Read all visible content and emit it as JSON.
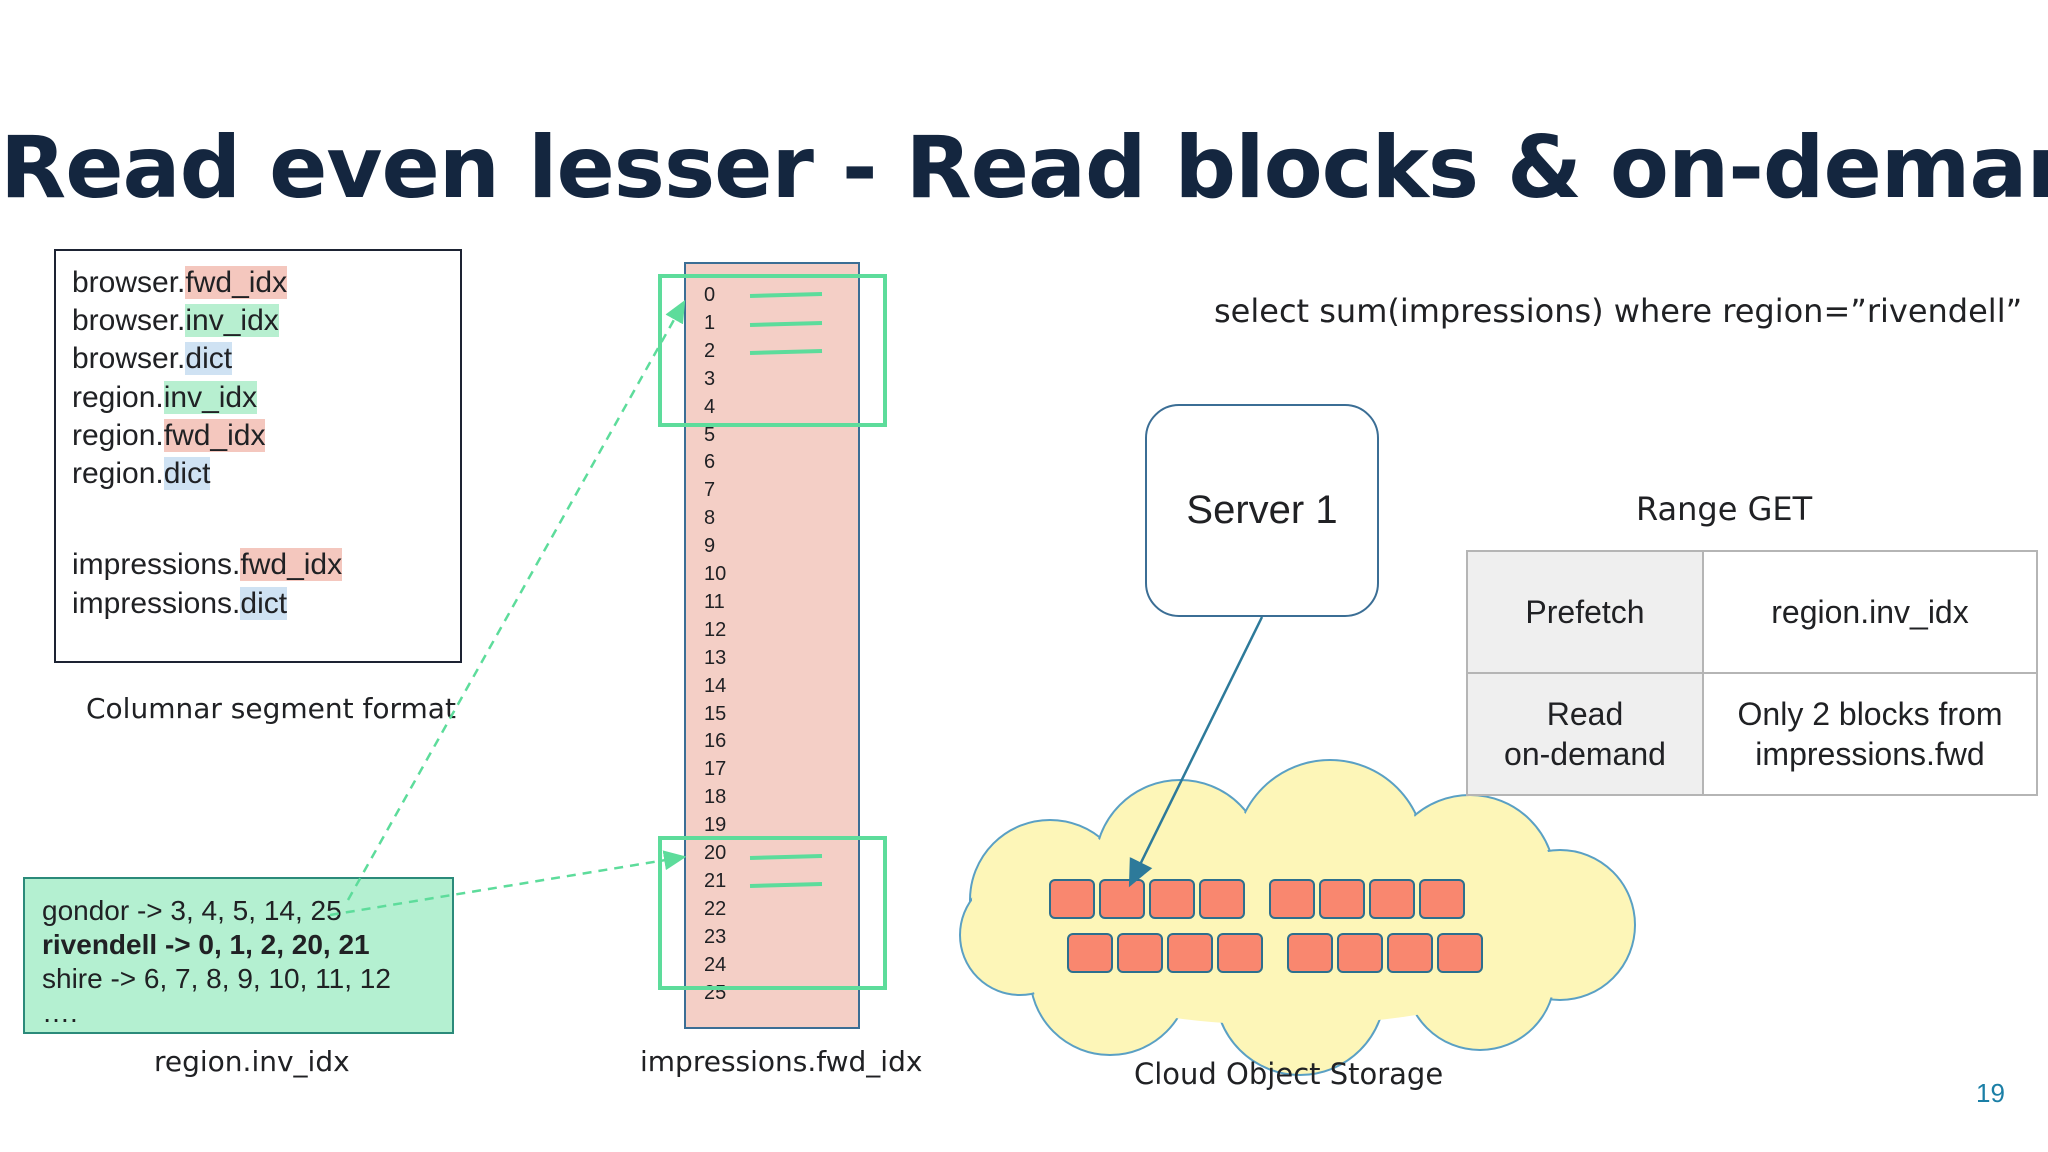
{
  "title": "Read even lesser - Read blocks & on-demand",
  "segment": {
    "caption": "Columnar segment format",
    "files": [
      {
        "prefix": "browser.",
        "suffix": "fwd_idx",
        "kind": "fwd"
      },
      {
        "prefix": "browser.",
        "suffix": "inv_idx",
        "kind": "inv"
      },
      {
        "prefix": "browser.",
        "suffix": "dict",
        "kind": "dict"
      },
      {
        "prefix": "region.",
        "suffix": "inv_idx",
        "kind": "inv"
      },
      {
        "prefix": "region.",
        "suffix": "fwd_idx",
        "kind": "fwd"
      },
      {
        "prefix": "region.",
        "suffix": "dict",
        "kind": "dict"
      },
      {
        "prefix": "impressions.",
        "suffix": "fwd_idx",
        "kind": "fwd"
      },
      {
        "prefix": "impressions.",
        "suffix": "dict",
        "kind": "dict"
      }
    ]
  },
  "inverted_index": {
    "caption": "region.inv_idx",
    "entries": [
      "gondor -> 3, 4, 5, 14, 25",
      "rivendell -> 0, 1, 2, 20, 21",
      "shire -> 6, 7, 8, 9, 10, 11, 12",
      "…."
    ]
  },
  "forward_index": {
    "caption": "impressions.fwd_idx",
    "rows": [
      "0",
      "1",
      "2",
      "3",
      "4",
      "5",
      "6",
      "7",
      "8",
      "9",
      "10",
      "11",
      "12",
      "13",
      "14",
      "15",
      "16",
      "17",
      "18",
      "19",
      "20",
      "21",
      "22",
      "23",
      "24",
      "25"
    ]
  },
  "query": "select sum(impressions) where region=”rivendell”",
  "server": {
    "label": "Server 1"
  },
  "storage": {
    "caption": "Cloud Object Storage"
  },
  "range_get": {
    "title": "Range GET",
    "rows": [
      {
        "label": "Prefetch",
        "value": "region.inv_idx"
      },
      {
        "label": "Read\non-demand",
        "value": "Only 2 blocks from\nimpressions.fwd"
      }
    ]
  },
  "page_number": "19",
  "colors": {
    "title": "#14263f",
    "fwd_highlight": "#f4c7be",
    "inv_highlight": "#b7efd0",
    "dict_highlight": "#cfe2f3",
    "selection": "#5ddc9b",
    "cloud": "#fdf6b8",
    "block": "#f9876f"
  }
}
